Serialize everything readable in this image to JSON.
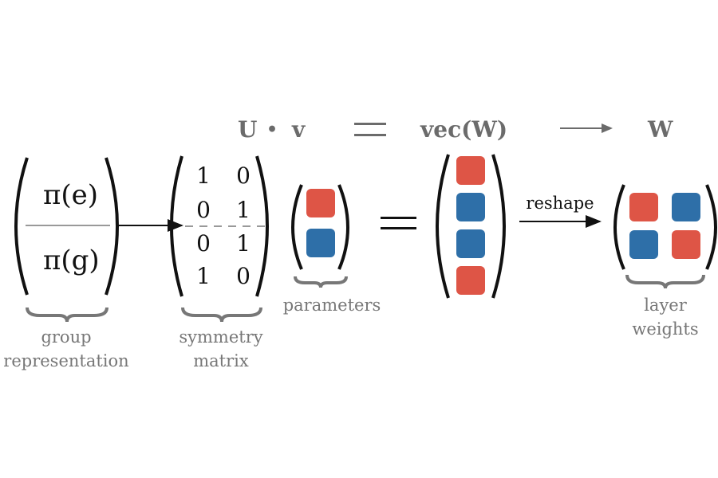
{
  "equation": {
    "lhs": "U",
    "operator": "•",
    "rhs_var": "v",
    "equals": "=",
    "vec": "vec(W)",
    "arrow": "⟶",
    "result": "W"
  },
  "group_representation": {
    "top": "π(e)",
    "bottom": "π(g)",
    "label_line1": "group",
    "label_line2": "representation"
  },
  "symmetry_matrix": {
    "rows": [
      [
        "1",
        "0"
      ],
      [
        "0",
        "1"
      ],
      [
        "0",
        "1"
      ],
      [
        "1",
        "0"
      ]
    ],
    "label_line1": "symmetry",
    "label_line2": "matrix"
  },
  "parameters": {
    "cells": [
      "red",
      "blue"
    ],
    "label": "parameters"
  },
  "equals_sign": "=",
  "vec_w": {
    "cells": [
      "red",
      "blue",
      "blue",
      "red"
    ]
  },
  "reshape": {
    "label": "reshape"
  },
  "layer_weights": {
    "cells": [
      [
        "red",
        "blue"
      ],
      [
        "blue",
        "red"
      ]
    ],
    "label_line1": "layer",
    "label_line2": "weights"
  },
  "colors": {
    "red": "#de5546",
    "blue": "#2e6fa8",
    "gray_text": "#777777",
    "equation_gray": "#6b6b6b"
  }
}
